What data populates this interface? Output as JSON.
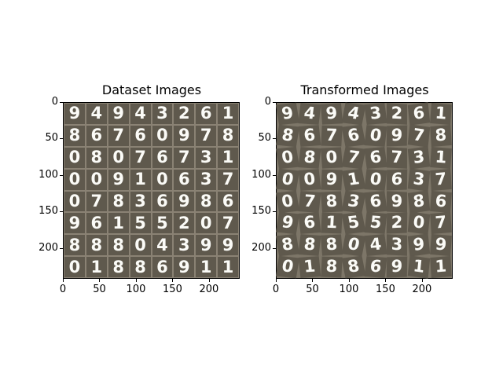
{
  "figure": {
    "left_title": "Dataset Images",
    "right_title": "Transformed Images"
  },
  "chart_data": [
    {
      "type": "image-grid",
      "title": "Dataset Images",
      "xlim": [
        0,
        242
      ],
      "ylim": [
        242,
        0
      ],
      "xticks": [
        "0",
        "50",
        "100",
        "150",
        "200"
      ],
      "yticks": [
        "0",
        "50",
        "100",
        "150",
        "200"
      ],
      "grid_rows": 8,
      "grid_cols": 8,
      "digits": [
        [
          "9",
          "4",
          "9",
          "4",
          "3",
          "2",
          "6",
          "1"
        ],
        [
          "8",
          "6",
          "7",
          "6",
          "0",
          "9",
          "7",
          "8"
        ],
        [
          "0",
          "8",
          "0",
          "7",
          "6",
          "7",
          "3",
          "1"
        ],
        [
          "0",
          "0",
          "9",
          "1",
          "0",
          "6",
          "3",
          "7"
        ],
        [
          "0",
          "7",
          "8",
          "3",
          "6",
          "9",
          "8",
          "6"
        ],
        [
          "9",
          "6",
          "1",
          "5",
          "5",
          "2",
          "0",
          "7"
        ],
        [
          "8",
          "8",
          "8",
          "0",
          "4",
          "3",
          "9",
          "9"
        ],
        [
          "0",
          "1",
          "8",
          "8",
          "6",
          "9",
          "1",
          "1"
        ]
      ]
    },
    {
      "type": "image-grid",
      "title": "Transformed Images",
      "xlim": [
        0,
        242
      ],
      "ylim": [
        242,
        0
      ],
      "xticks": [
        "0",
        "50",
        "100",
        "150",
        "200"
      ],
      "yticks": [
        "0",
        "50",
        "100",
        "150",
        "200"
      ],
      "grid_rows": 8,
      "grid_cols": 8,
      "digits": [
        [
          "9",
          "4",
          "9",
          "4",
          "3",
          "2",
          "6",
          "1"
        ],
        [
          "8",
          "6",
          "7",
          "6",
          "0",
          "9",
          "7",
          "8"
        ],
        [
          "0",
          "8",
          "0",
          "7",
          "6",
          "7",
          "3",
          "1"
        ],
        [
          "0",
          "0",
          "9",
          "1",
          "0",
          "6",
          "3",
          "7"
        ],
        [
          "0",
          "7",
          "8",
          "3",
          "6",
          "9",
          "8",
          "6"
        ],
        [
          "9",
          "6",
          "1",
          "5",
          "5",
          "2",
          "0",
          "7"
        ],
        [
          "8",
          "8",
          "8",
          "0",
          "4",
          "3",
          "9",
          "9"
        ],
        [
          "0",
          "1",
          "8",
          "8",
          "6",
          "9",
          "1",
          "1"
        ]
      ]
    }
  ]
}
